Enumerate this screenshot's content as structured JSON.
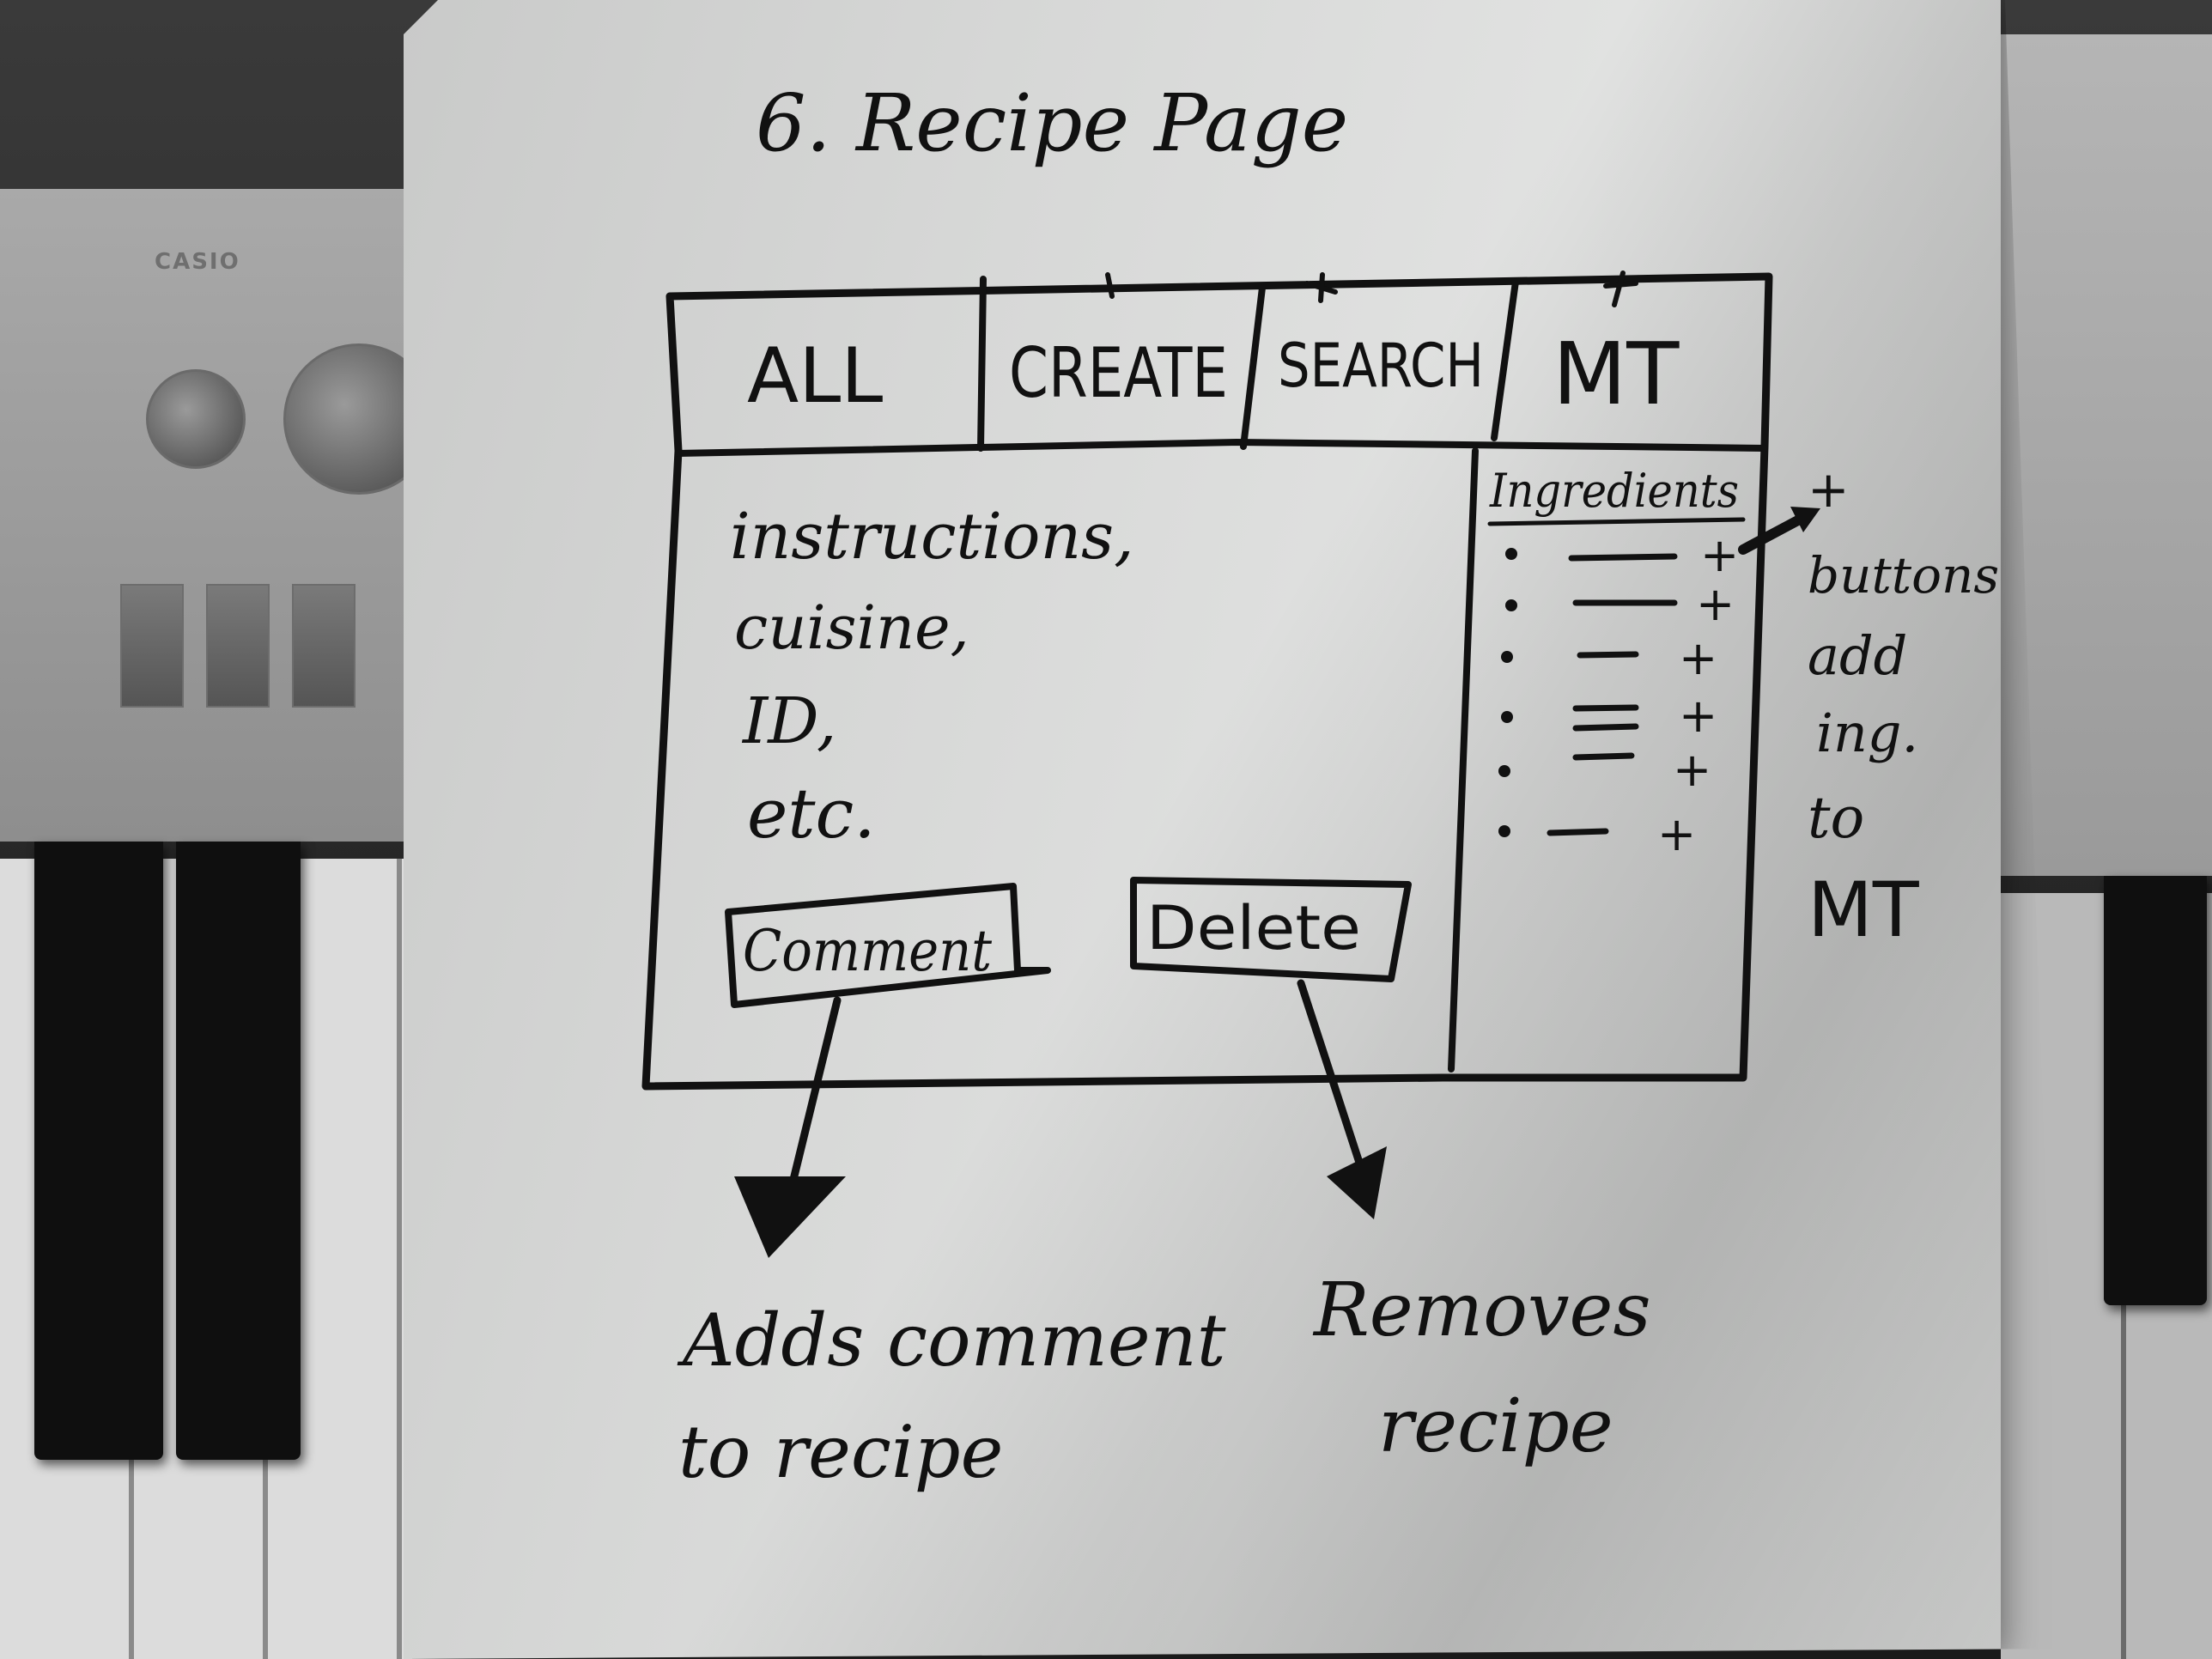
{
  "sketch": {
    "title": "6. Recipe Page",
    "nav_tabs": [
      {
        "label": "ALL"
      },
      {
        "label": "CREATE"
      },
      {
        "label": "SEARCH"
      },
      {
        "label": "MT"
      }
    ],
    "details_lines": [
      "instructions,",
      "cuisine,",
      "ID,",
      "etc."
    ],
    "ingredients_header": "Ingredients",
    "ingredient_plus_glyph": "+",
    "ingredient_count": 6,
    "comment_button_label": "Comment",
    "delete_button_label": "Delete",
    "plus_note_lines": [
      "+",
      "buttons",
      "add",
      "ing.",
      "to",
      "MT"
    ],
    "comment_note_lines": [
      "Adds comment",
      "to recipe"
    ],
    "delete_note_lines": [
      "Removes",
      "recipe"
    ]
  },
  "background": {
    "brand_text": "CASIO",
    "paper_color": "#d8d9d8",
    "ink_color": "#111111"
  }
}
